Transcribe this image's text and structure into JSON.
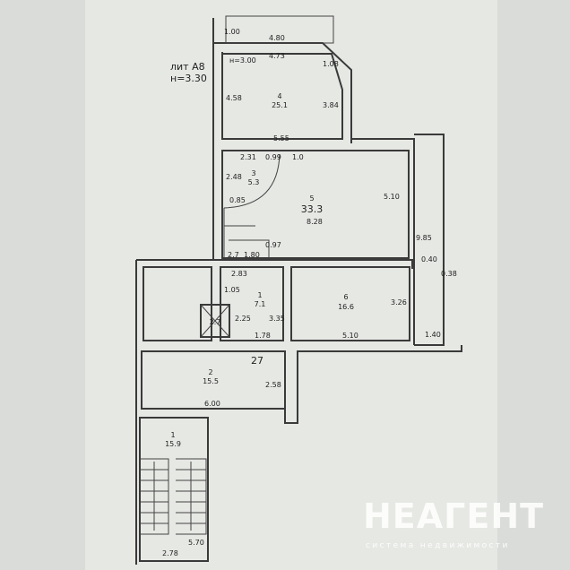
{
  "plan": {
    "lit": "лит А8",
    "height": "н=3.30",
    "height_room4": "н=3.00",
    "dims": {
      "d_100": "1.00",
      "d_480": "4.80",
      "d_473": "4.73",
      "d_108": "1.08",
      "d_458": "4.58",
      "d_384": "3.84",
      "d_555": "5.55",
      "d_231": "2.31",
      "d_099": "0.99",
      "d_010": "1.0",
      "d_248": "2.48",
      "d_085": "0.85",
      "d_510a": "5.10",
      "d_828": "8.28",
      "d_985": "9.85",
      "d_040": "0.40",
      "d_038": "0.38",
      "d_097": "0.97",
      "d_27a": "2.7",
      "d_180": "1.80",
      "d_283": "2.83",
      "d_105": "1.05",
      "d_225": "2.25",
      "d_335": "3.35",
      "d_326": "3.26",
      "d_510b": "5.10",
      "d_140": "1.40",
      "d_178": "1.78",
      "d_27": "27",
      "d_258": "2.58",
      "d_600": "6.00",
      "d_570": "5.70",
      "d_278": "2.78"
    },
    "rooms": [
      {
        "num": "4",
        "area": "25.1"
      },
      {
        "num": "3",
        "area": "5.3"
      },
      {
        "num": "5",
        "area": "33.3"
      },
      {
        "num": "1",
        "area": "7.1"
      },
      {
        "num": "6",
        "area": "16.6"
      },
      {
        "num": "2",
        "area": "15.5"
      },
      {
        "num": "1",
        "area": "15.9"
      },
      {
        "num": "",
        "area": "2.7"
      }
    ]
  },
  "watermark": {
    "brand": "НЕАГЕНТ",
    "tagline": "система недвижимости"
  }
}
